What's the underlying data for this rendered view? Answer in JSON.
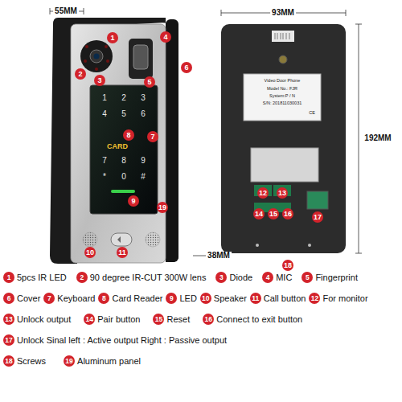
{
  "diagram": {
    "labels": [
      "55MM",
      "93MM",
      "192MM",
      "38MM",
      "1",
      "2",
      "3",
      "4",
      "5",
      "6",
      "7",
      "8",
      "9",
      "19",
      "10",
      "11",
      "1",
      "2",
      "3",
      "4",
      "5",
      "6",
      "7",
      "8",
      "9",
      "*",
      "0",
      "#",
      "CARD",
      "Video Door Phone",
      "Model No.: FJR",
      "System:P / N",
      "S/N: 201811030031",
      "CE",
      "12",
      "13",
      "14",
      "15",
      "16",
      "17",
      "18",
      "1",
      "5pcs IR LED",
      "2",
      "90 degree IR-CUT 300W lens",
      "3",
      "Diode",
      "4",
      "MIC",
      "5",
      "Fingerprint",
      "6",
      "Cover",
      "7",
      "Keyboard",
      "8",
      "Card Reader",
      "9",
      "LED",
      "10",
      "Speaker",
      "11",
      "Call button",
      "12",
      "For monitor",
      "13",
      "Unlock output",
      "14",
      "Pair button",
      "15",
      "Reset",
      "16",
      "Connect to exit button",
      "17",
      "Unlock Sinal left : Active output Right : Passive output",
      "18",
      "Screws",
      "19",
      "Aluminum panel"
    ]
  }
}
